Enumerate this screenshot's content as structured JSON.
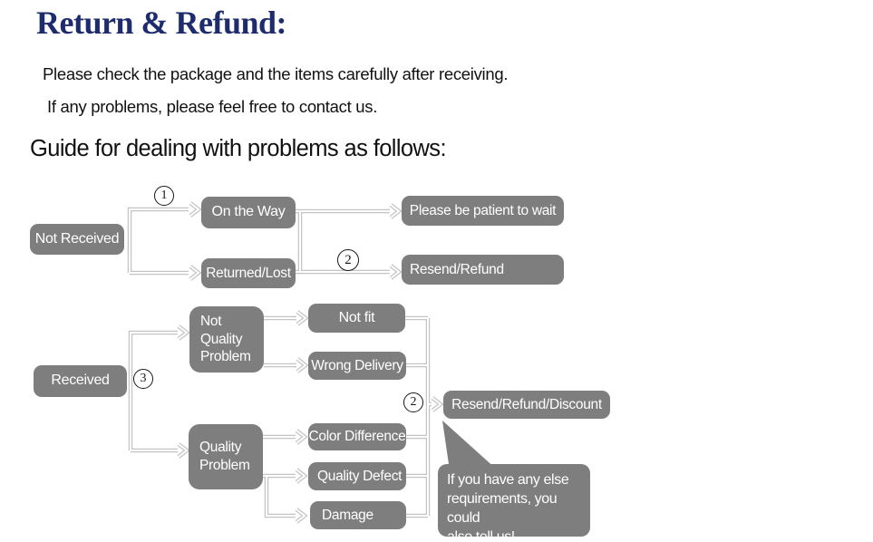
{
  "header": {
    "title": "Return & Refund:",
    "intro_line1": "Please check the package and the items carefully after receiving.",
    "intro_line2": "If any problems, please feel free to contact us.",
    "guide_heading": "Guide for dealing with problems as follows:"
  },
  "colors": {
    "title_navy": "#1e2c6e",
    "box_gray": "#7e7e7e",
    "line_gray": "#c4c4c4",
    "box_text": "#ffffff",
    "badge_ink": "#161616"
  },
  "flowchart": {
    "badges": {
      "step1": "1",
      "step2_top": "2",
      "step3": "3",
      "step2_bottom": "2"
    },
    "nodes": {
      "not_received": "Not Received",
      "on_the_way": "On the Way",
      "returned_lost": "Returned/Lost",
      "please_wait": "Please be patient to wait",
      "resend_refund": "Resend/Refund",
      "received": "Received",
      "not_quality_problem": [
        "Not",
        "Quality",
        "Problem"
      ],
      "not_fit": "Not fit",
      "wrong_delivery": "Wrong Delivery",
      "quality_problem": [
        "Quality",
        "Problem"
      ],
      "color_difference": "Color Difference",
      "quality_defect": "Quality Defect",
      "damage": "Damage",
      "resend_refund_discount": "Resend/Refund/Discount"
    },
    "note_bubble": {
      "line1": "If you have any else",
      "line2": "requirements, you could",
      "line3": "also tell us!"
    }
  }
}
